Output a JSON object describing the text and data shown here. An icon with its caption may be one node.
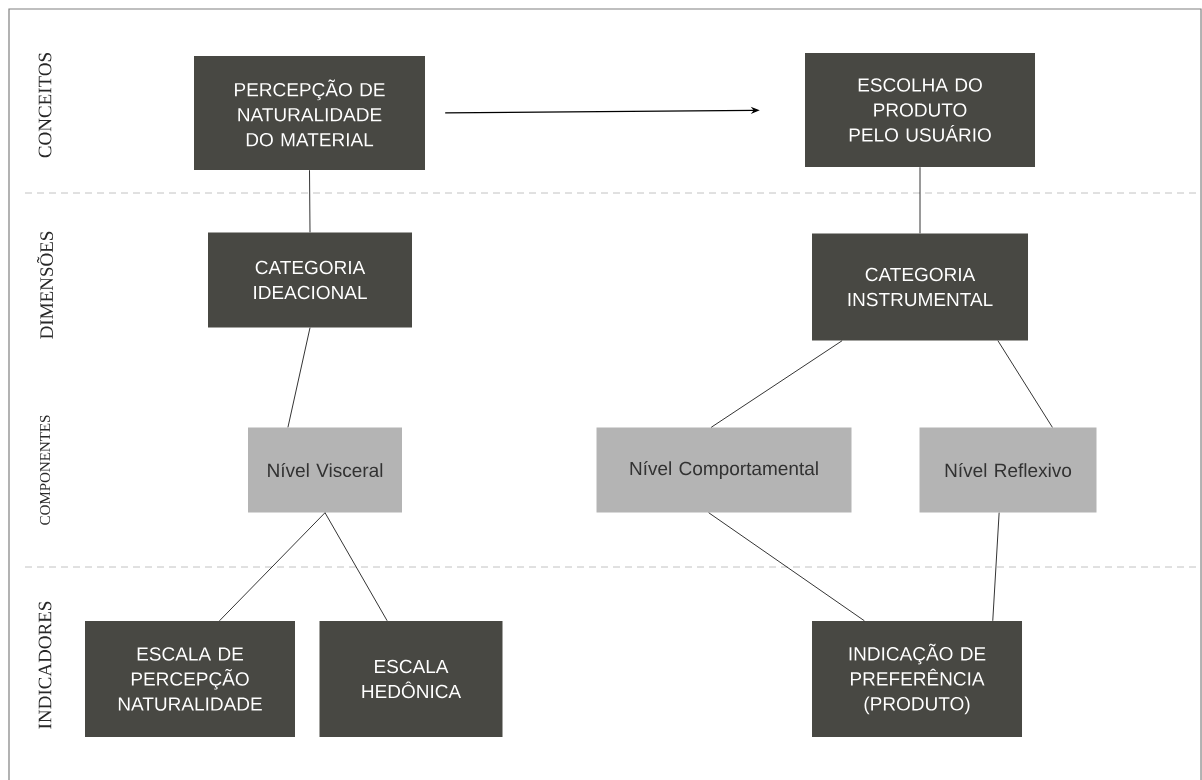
{
  "diagram": {
    "nodes": [
      {
        "text": [
          "PERCEPÇÃO DE NATURALIDADE DO MATERIAL"
        ]
      },
      {
        "text": [
          "ESCOLHA DO PRODUTO PELO USUÁRIO"
        ]
      },
      {
        "text": [
          "CATEGORIA IDEACIONAL"
        ]
      },
      {
        "text": [
          "CATEGORIA INSTRUMENTAL"
        ]
      },
      {
        "text": [
          "Nível Visceral"
        ]
      },
      {
        "text": [
          "Nível Comportamental"
        ]
      },
      {
        "text": [
          "Nível Reflexivo"
        ]
      },
      {
        "text": [
          "ESCALA DE PERCEPÇÃO NATURALIDADE"
        ]
      },
      {
        "text": [
          "ESCALA HEDÔNICA"
        ]
      },
      {
        "text": [
          "INDICAÇÃO DE PREFERÊNCIA (PRODUTO)"
        ]
      }
    ],
    "edges": [
      {
        "from": 0,
        "to": 1,
        "arrow": "to"
      },
      {
        "from": 0,
        "to": 2,
        "arrow": "none"
      },
      {
        "from": 1,
        "to": 3,
        "arrow": "none"
      },
      {
        "from": 2,
        "to": 4,
        "arrow": "none"
      },
      {
        "from": 3,
        "to": 5,
        "arrow": "none"
      },
      {
        "from": 3,
        "to": 6,
        "arrow": "none"
      },
      {
        "from": 4,
        "to": 7,
        "arrow": "none"
      },
      {
        "from": 4,
        "to": 8,
        "arrow": "none"
      },
      {
        "from": 5,
        "to": 9,
        "arrow": "none"
      },
      {
        "from": 6,
        "to": 9,
        "arrow": "none"
      }
    ],
    "labels": [
      "CONCEITOS",
      "DIMENSÕES",
      "COMPONENTES",
      "INDICADORES"
    ]
  }
}
